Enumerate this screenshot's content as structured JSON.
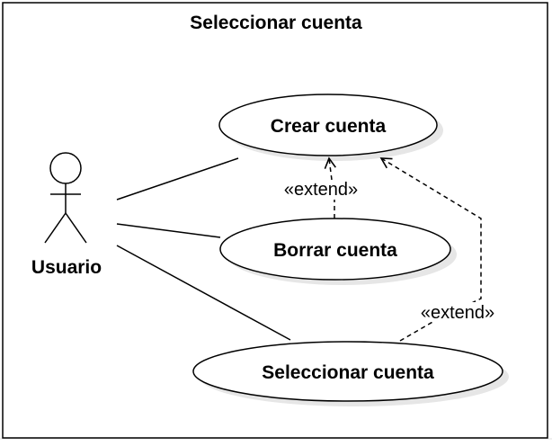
{
  "diagram": {
    "system_title": "Seleccionar cuenta",
    "actor": {
      "label": "Usuario"
    },
    "use_cases": {
      "crear": {
        "label": "Crear cuenta"
      },
      "borrar": {
        "label": "Borrar cuenta"
      },
      "seleccionar": {
        "label": "Seleccionar cuenta"
      }
    },
    "relations": {
      "extend_borrar": {
        "label": "«extend»"
      },
      "extend_seleccionar": {
        "label": "«extend»"
      }
    }
  },
  "colors": {
    "stroke": "#000000",
    "fill": "#ffffff",
    "shadow": "#e6e6e6",
    "grid": "#e0e0e0"
  }
}
